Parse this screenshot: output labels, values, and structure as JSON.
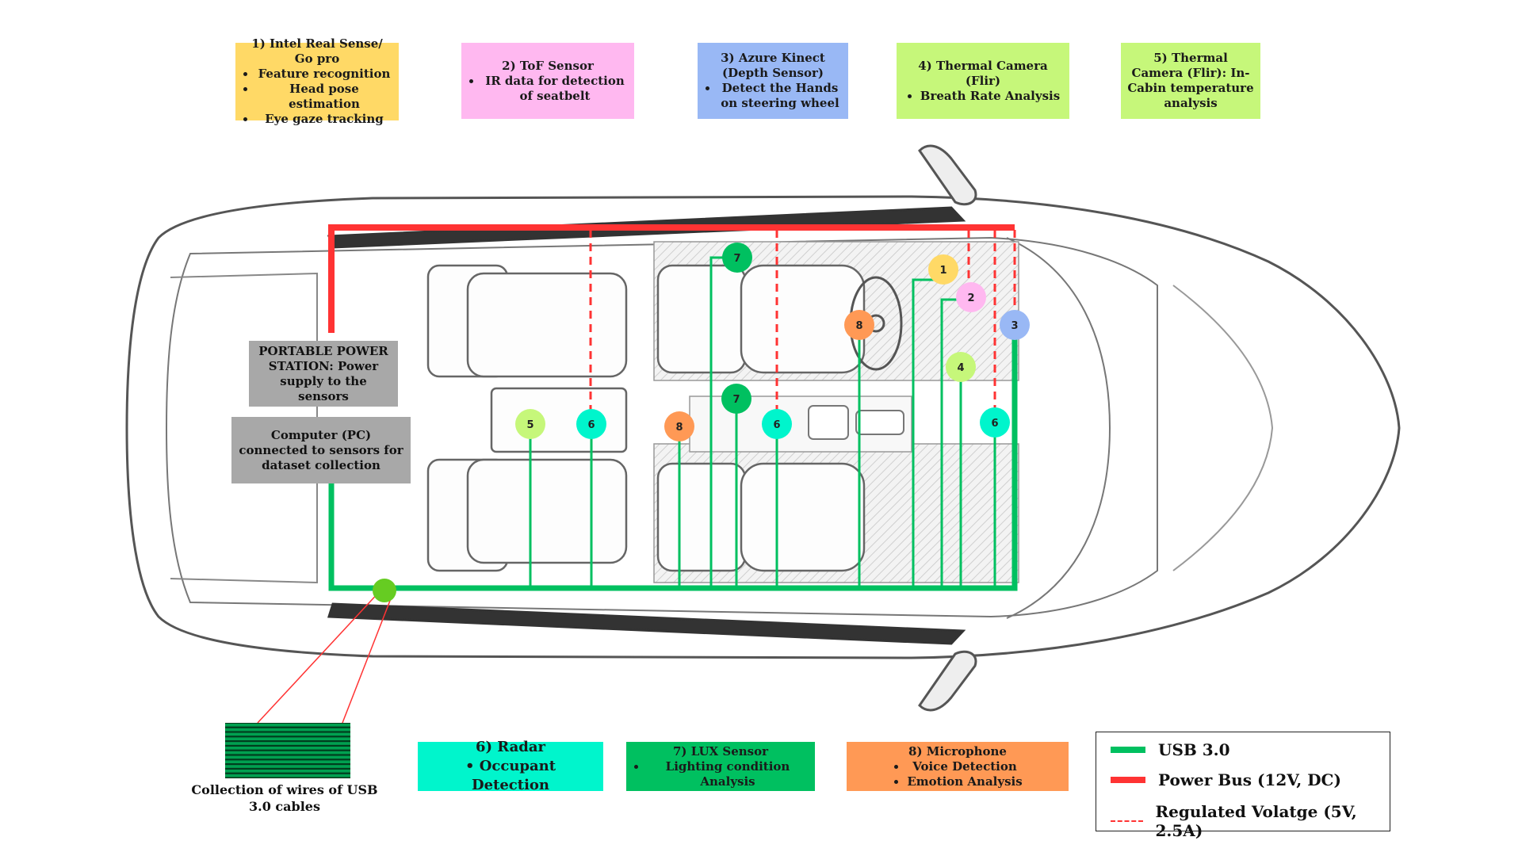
{
  "colors": {
    "usb": "#00c060",
    "power": "#ff3333",
    "regulated": "#ff3333",
    "realsense": "#ffd966",
    "tof": "#ffb8f0",
    "azure": "#99b8f5",
    "thermal": "#c6f77a",
    "radar": "#00f5cc",
    "lux": "#00c060",
    "mic": "#ff9955",
    "station": "#a8a8a8",
    "wires": "#00a050"
  },
  "sensors": [
    {
      "title": "1) Intel Real Sense/ Go pro",
      "items": [
        "Feature recognition",
        "Head pose estimation",
        "Eye gaze tracking"
      ]
    },
    {
      "title": "2) ToF Sensor",
      "items": [
        "IR data for detection of seatbelt"
      ]
    },
    {
      "title": "3) Azure Kinect (Depth Sensor)",
      "items": [
        "Detect the Hands on steering wheel"
      ]
    },
    {
      "title": "4) Thermal Camera (Flir)",
      "items": [
        "Breath Rate Analysis"
      ]
    },
    {
      "title": "5) Thermal Camera (Flir): In-Cabin temperature analysis",
      "items": []
    },
    {
      "title": "6) Radar",
      "items": [
        "Occupant Detection"
      ]
    },
    {
      "title": "7) LUX Sensor",
      "items": [
        "Lighting condition Analysis"
      ]
    },
    {
      "title": "8) Microphone",
      "items": [
        "Voice Detection",
        "Emotion Analysis"
      ]
    }
  ],
  "power_station": "PORTABLE POWER STATION: Power supply to the sensors",
  "computer": "Computer (PC) connected to sensors for dataset collection",
  "wires_caption": "Collection of wires of USB 3.0 cables",
  "legend": [
    {
      "label": "USB 3.0",
      "style": "usb"
    },
    {
      "label": "Power Bus (12V, DC)",
      "style": "power"
    },
    {
      "label": "Regulated Volatge (5V, 2.5A)",
      "style": "regulated"
    }
  ],
  "nodes": [
    {
      "id": "7",
      "kind": "lux"
    },
    {
      "id": "1",
      "kind": "realsense"
    },
    {
      "id": "2",
      "kind": "tof"
    },
    {
      "id": "3",
      "kind": "azure"
    },
    {
      "id": "8",
      "kind": "mic"
    },
    {
      "id": "4",
      "kind": "thermal"
    },
    {
      "id": "5",
      "kind": "thermal"
    },
    {
      "id": "6",
      "kind": "radar"
    },
    {
      "id": "8",
      "kind": "mic"
    },
    {
      "id": "7",
      "kind": "lux"
    },
    {
      "id": "6",
      "kind": "radar"
    },
    {
      "id": "6",
      "kind": "radar"
    }
  ]
}
